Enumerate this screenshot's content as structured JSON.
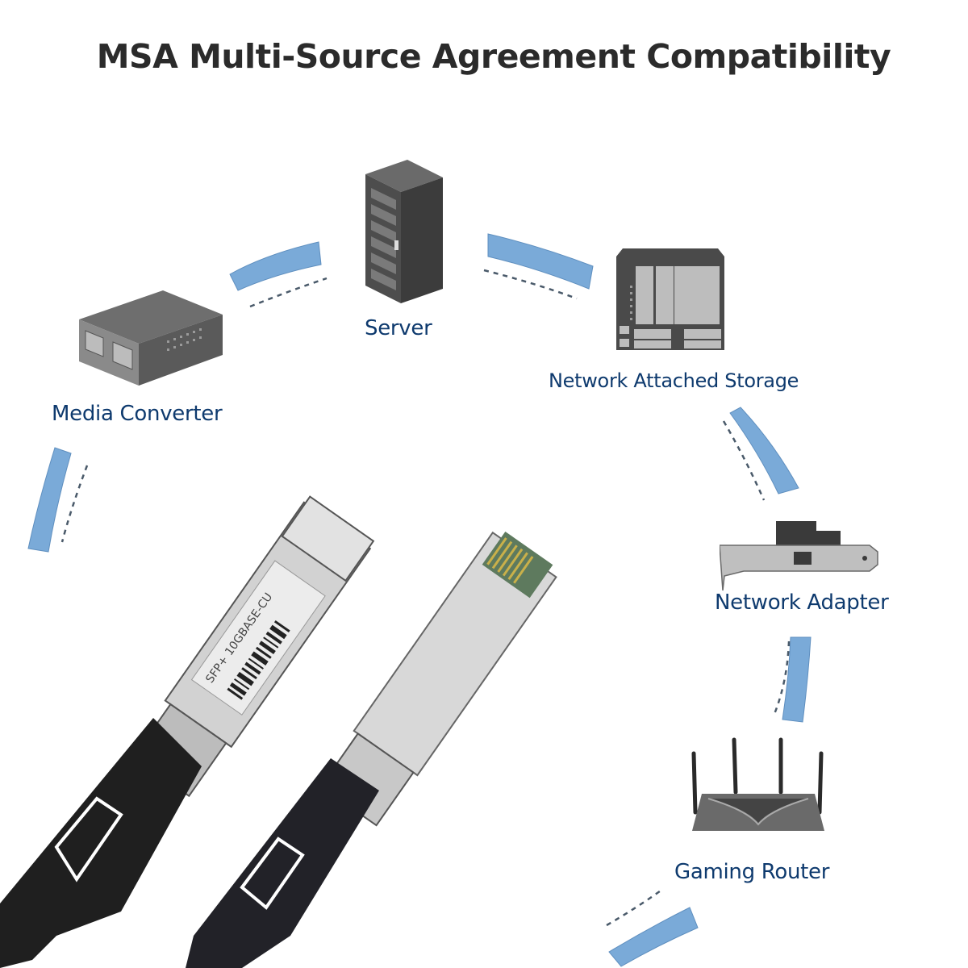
{
  "title": "MSA Multi-Source Agreement Compatibility",
  "devices": [
    {
      "id": "server",
      "label": "Server",
      "icon": "server-rack-icon"
    },
    {
      "id": "nas",
      "label": "Network Attached Storage",
      "icon": "nas-icon"
    },
    {
      "id": "media-converter",
      "label": "Media Converter",
      "icon": "media-converter-icon"
    },
    {
      "id": "network-adapter",
      "label": "Network Adapter",
      "icon": "network-adapter-card-icon"
    },
    {
      "id": "gaming-router",
      "label": "Gaming Router",
      "icon": "router-icon"
    }
  ],
  "product": {
    "module_label": "SFP+ 10GBASE-CU",
    "icon": "sfp-dac-cable-icon"
  },
  "colors": {
    "title": "#2b2b2b",
    "label": "#0e3a6e",
    "arc": "#7aaad8",
    "dash": "#4a5a6a",
    "device": "#5a5a5a"
  }
}
